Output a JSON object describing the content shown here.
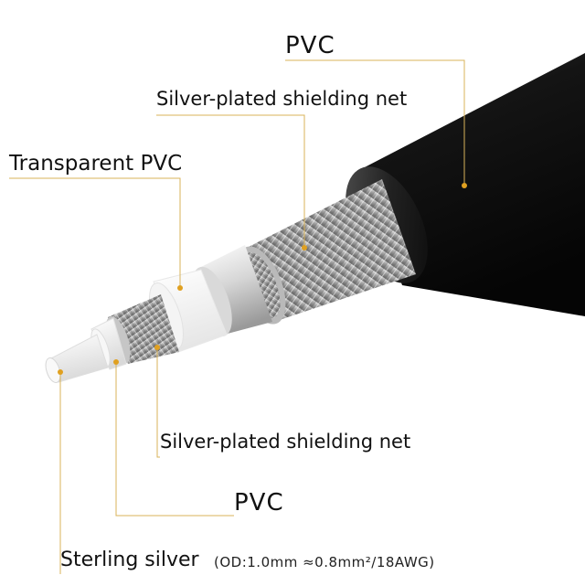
{
  "labels": {
    "outer_pvc": "PVC",
    "outer_shield": "Silver-plated shielding net",
    "transparent_pvc": "Transparent PVC",
    "inner_shield": "Silver-plated shielding net",
    "inner_pvc": "PVC",
    "conductor": "Sterling silver",
    "conductor_spec": "(OD:1.0mm ≈0.8mm²/18AWG)"
  },
  "colors": {
    "leader_line": "#d8b35a",
    "leader_dot": "#e0a020",
    "jacket": "#1a1a1a",
    "silver": "#c8c8c8"
  }
}
